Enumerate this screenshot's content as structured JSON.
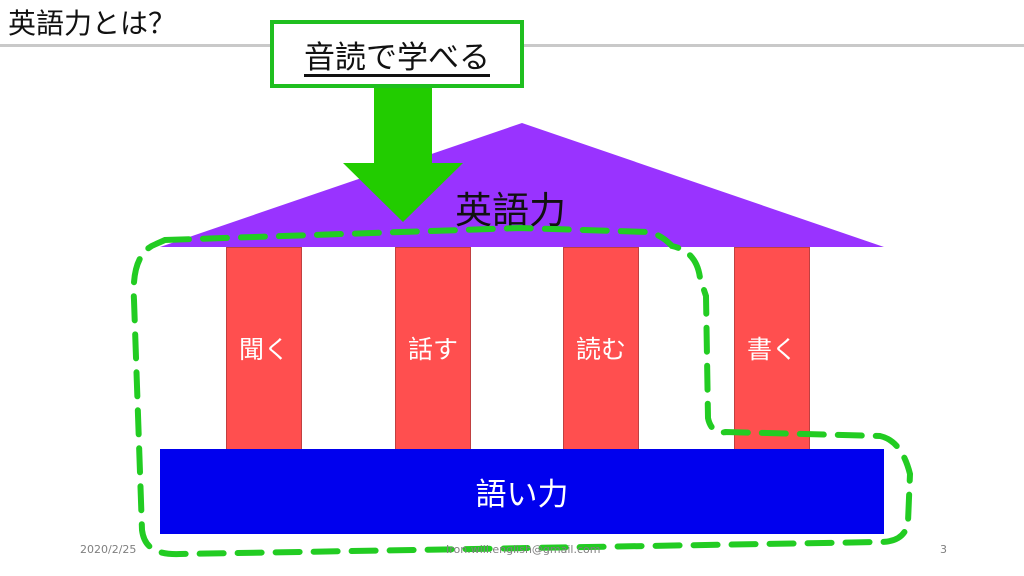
{
  "slide": {
    "title": "英語力とは？",
    "callout": "音読で学べる",
    "roof_label": "英語力",
    "base_label": "語い力",
    "pillars": [
      "聞く",
      "話す",
      "読む",
      "書く"
    ],
    "footer": {
      "date": "2020/2/25",
      "email": "Iron.will.english@gmail.com",
      "page": "3"
    }
  },
  "colors": {
    "roof": "#9933ff",
    "pillar": "#ff4f4f",
    "base": "#0000ee",
    "arrow": "#22cc00",
    "dashed_outline": "#22cc22",
    "callout_border": "#1fbf1f"
  }
}
